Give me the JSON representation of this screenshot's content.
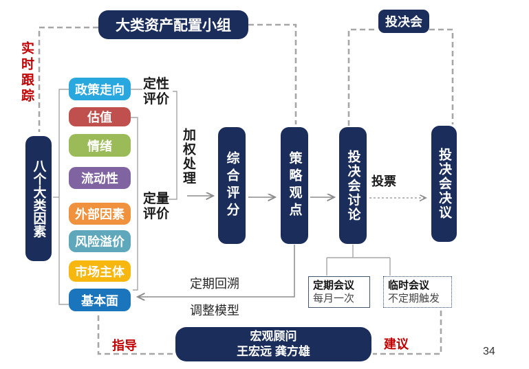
{
  "colors": {
    "navy": "#1B2D5A",
    "accent_red": "#C00000",
    "line_gray": "#A6A6A6",
    "fundamental_blue": "#1B75BC"
  },
  "top": {
    "group_label": "大类资产配置小组",
    "committee_label": "投决会"
  },
  "left": {
    "tracking_label": "实时跟踪",
    "source_label": "八个大类因素"
  },
  "factors": [
    {
      "label": "政策走向",
      "color": "#29A8E0"
    },
    {
      "label": "估值",
      "color": "#C0504D"
    },
    {
      "label": "情绪",
      "color": "#9BBB59"
    },
    {
      "label": "流动性",
      "color": "#8064A2"
    },
    {
      "label": "外部因素",
      "color": "#F0913D"
    },
    {
      "label": "风险溢价",
      "color": "#5FA8BC"
    },
    {
      "label": "市场主体",
      "color": "#F7B70F"
    },
    {
      "label": "基本面",
      "color": "#1B75BC"
    }
  ],
  "process": {
    "qualitative_label": "定性评价",
    "quantitative_label": "定量评价",
    "weighting_label": "加权处理",
    "stages": [
      "综合评分",
      "策略观点",
      "投决会讨论",
      "投决会决议"
    ],
    "vote_label": "投票"
  },
  "feedback": {
    "review_label": "定期回溯",
    "adjust_label": "调整模型"
  },
  "meetings": {
    "regular": {
      "title": "定期会议",
      "subtitle": "每月一次"
    },
    "adhoc": {
      "title": "临时会议",
      "subtitle": "不定期触发"
    }
  },
  "advisor": {
    "guide_label": "指导",
    "suggest_label": "建议",
    "title": "宏观顾问",
    "names": "王宏远 龚方雄"
  },
  "page_number": "34"
}
